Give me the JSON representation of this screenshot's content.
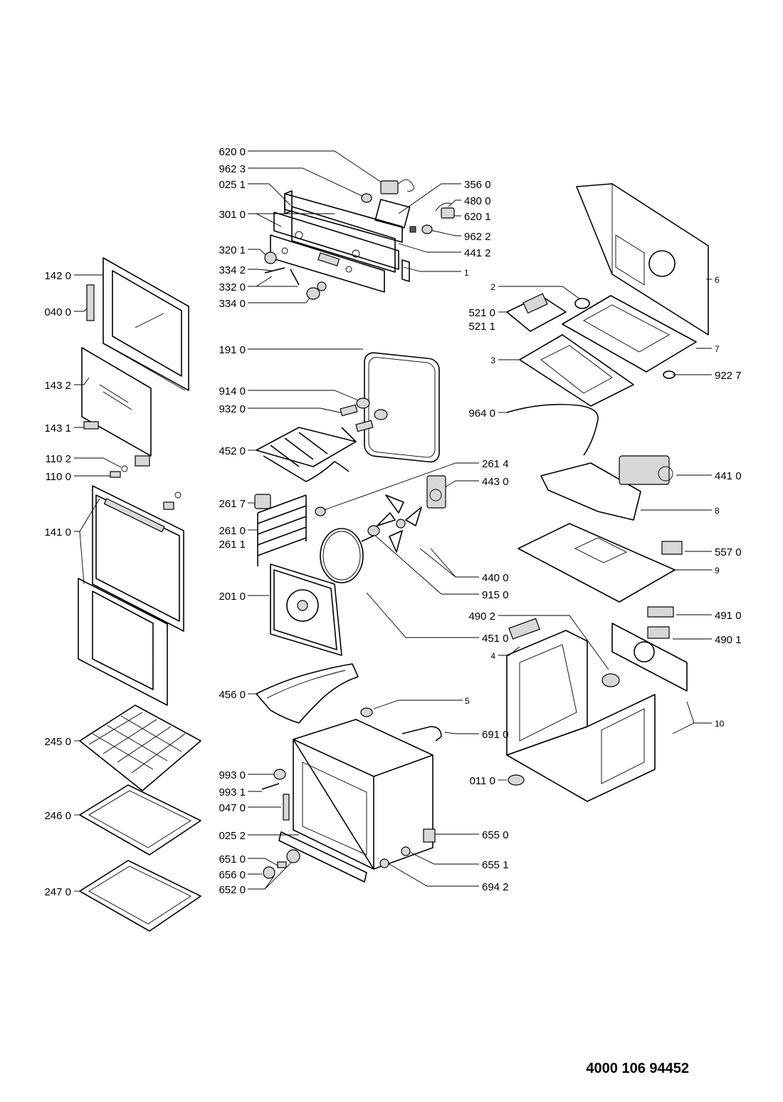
{
  "document_number": "4000 106 94452",
  "labels": {
    "p6200": "620 0",
    "p9623": "962 3",
    "p0251": "025 1",
    "p3010": "301 0",
    "p3201": "320 1",
    "p3342": "334 2",
    "p3320": "332 0",
    "p3340": "334 0",
    "p3560": "356 0",
    "p4800": "480 0",
    "p6201": "620 1",
    "p9622": "962 2",
    "p4412": "441 2",
    "p1": "1",
    "p1420": "142 0",
    "p0400": "040 0",
    "p1432": "143 2",
    "p1431": "143 1",
    "p1102": "110 2",
    "p1100": "110 0",
    "p1410": "141 0",
    "p1910": "191 0",
    "p9140": "914 0",
    "p9320": "932 0",
    "p4520": "452 0",
    "p2617": "261 7",
    "p2610": "261 0",
    "p2611": "261 1",
    "p2010": "201 0",
    "p2614": "261 4",
    "p4430": "443 0",
    "p4400": "440 0",
    "p9150": "915 0",
    "p4510": "451 0",
    "p4560": "456 0",
    "p2": "2",
    "p5210": "521 0",
    "p5211": "521 1",
    "p3": "3",
    "p6": "6",
    "p7": "7",
    "p9227": "922 7",
    "p9640": "964 0",
    "p4410": "441 0",
    "p8": "8",
    "p5570": "557 0",
    "p9": "9",
    "p4902": "490 2",
    "p4910": "491 0",
    "p4901": "490 1",
    "p4": "4",
    "p5": "5",
    "p10": "10",
    "p6910": "691 0",
    "p0110": "011 0",
    "p2450": "245 0",
    "p2460": "246 0",
    "p2470": "247 0",
    "p9930": "993 0",
    "p9931": "993 1",
    "p0470": "047 0",
    "p0252": "025 2",
    "p6510": "651 0",
    "p6560": "656 0",
    "p6520": "652 0",
    "p6550": "655 0",
    "p6551": "655 1",
    "p6942": "694 2"
  }
}
